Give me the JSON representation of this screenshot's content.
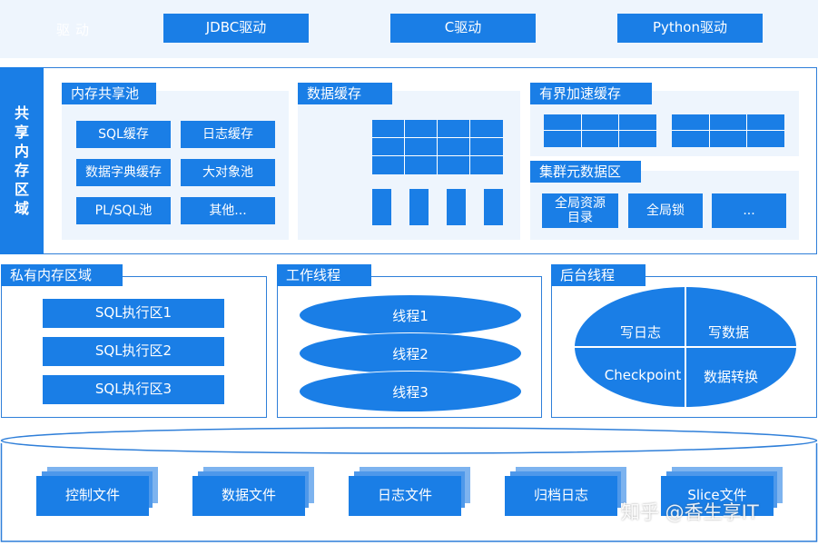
{
  "drivers": {
    "label": "驱动",
    "items": [
      "JDBC驱动",
      "C驱动",
      "Python驱动"
    ]
  },
  "shared_memory": {
    "label": "共享内存区域",
    "label_chars": [
      "共",
      "享",
      "内",
      "存",
      "区",
      "域"
    ],
    "memory_pool": {
      "title": "内存共享池",
      "items": [
        "SQL缓存",
        "日志缓存",
        "数据字典缓存",
        "大对象池",
        "PL/SQL池",
        "其他..."
      ]
    },
    "data_cache": {
      "title": "数据缓存"
    },
    "bounded_cache": {
      "title": "有界加速缓存"
    },
    "cluster_meta": {
      "title": "集群元数据区",
      "items": [
        "全局资源\n目录",
        "全局锁",
        "..."
      ]
    }
  },
  "private_memory": {
    "title": "私有内存区域",
    "items": [
      "SQL执行区1",
      "SQL执行区2",
      "SQL执行区3"
    ]
  },
  "worker_threads": {
    "title": "工作线程",
    "items": [
      "线程1",
      "线程2",
      "线程3"
    ]
  },
  "background_threads": {
    "title": "后台线程",
    "items": [
      "写日志",
      "写数据",
      "Checkpoint",
      "数据转换"
    ]
  },
  "storage": {
    "items": [
      "控制文件",
      "数据文件",
      "日志文件",
      "归档日志",
      "Slice文件"
    ]
  },
  "watermark": {
    "text": "知乎 @香生享IT"
  },
  "colors": {
    "primary": "#1a7ee6",
    "light_panel": "#eef5fd",
    "border": "#2f7fd9",
    "background": "#ffffff"
  }
}
